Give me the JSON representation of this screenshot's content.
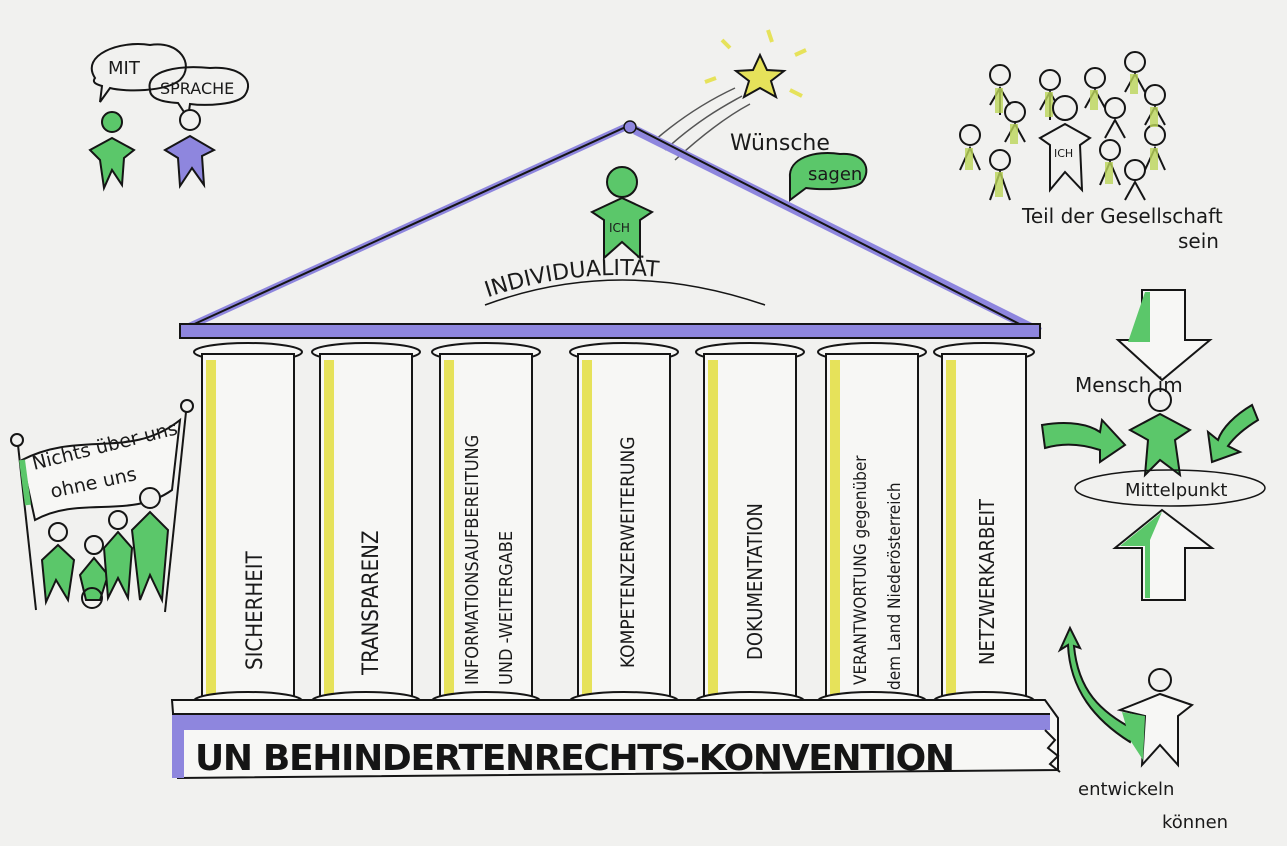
{
  "speech": {
    "mit": "MIT",
    "sprache": "SPRACHE"
  },
  "wish": {
    "wuensche": "Wünsche",
    "sagen": "sagen"
  },
  "crowd": {
    "ich": "ICH",
    "label_line1": "Teil der Gesellschaft",
    "label_line2": "sein"
  },
  "temple": {
    "roof_figure": "ICH",
    "pediment": "INDIVIDUALITÄT",
    "columns": [
      {
        "line1": "SICHERHEIT",
        "line2": ""
      },
      {
        "line1": "TRANSPARENZ",
        "line2": ""
      },
      {
        "line1": "INFORMATIONSAUFBEREITUNG",
        "line2": "UND -WEITERGABE"
      },
      {
        "line1": "KOMPETENZERWEITERUNG",
        "line2": ""
      },
      {
        "line1": "DOKUMENTATION",
        "line2": ""
      },
      {
        "line1": "VERANTWORTUNG gegenüber",
        "line2": "dem Land Niederösterreich"
      },
      {
        "line1": "NETZWERKARBEIT",
        "line2": ""
      }
    ],
    "base": "UN BEHINDERTENRECHTS-KONVENTION"
  },
  "banner": {
    "line1": "Nichts über uns",
    "line2": "ohne uns"
  },
  "center": {
    "line1": "Mensch im",
    "line2": "Mittelpunkt"
  },
  "develop": {
    "line1": "entwickeln",
    "line2": "können"
  },
  "colors": {
    "green": "#5bc76a",
    "violet": "#8e86de",
    "yellow": "#e6e25a",
    "ink": "#151515"
  }
}
